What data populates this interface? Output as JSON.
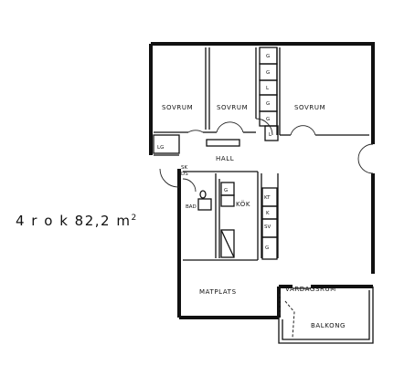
{
  "summary": {
    "text": "4 r o k 82,2 m",
    "sup": "2"
  },
  "rooms": {
    "sovrum_1": "SOVRUM",
    "sovrum_2": "SOVRUM",
    "sovrum_3": "SOVRUM",
    "hall": "HALL",
    "bad": "BAD",
    "kok": "KÖK",
    "matplats": "MATPLATS",
    "vardagsrum": "VARDAGSRUM",
    "balkong": "BALKONG"
  },
  "fixtures": {
    "g1": "G",
    "g2": "G",
    "g3": "G",
    "g4": "G",
    "l1": "L",
    "l2": "L",
    "g5": "G",
    "g6": "G",
    "lg": "LG",
    "kt": "KT",
    "k": "K",
    "sv": "SV",
    "sk": "SK",
    "ds": "DS"
  }
}
